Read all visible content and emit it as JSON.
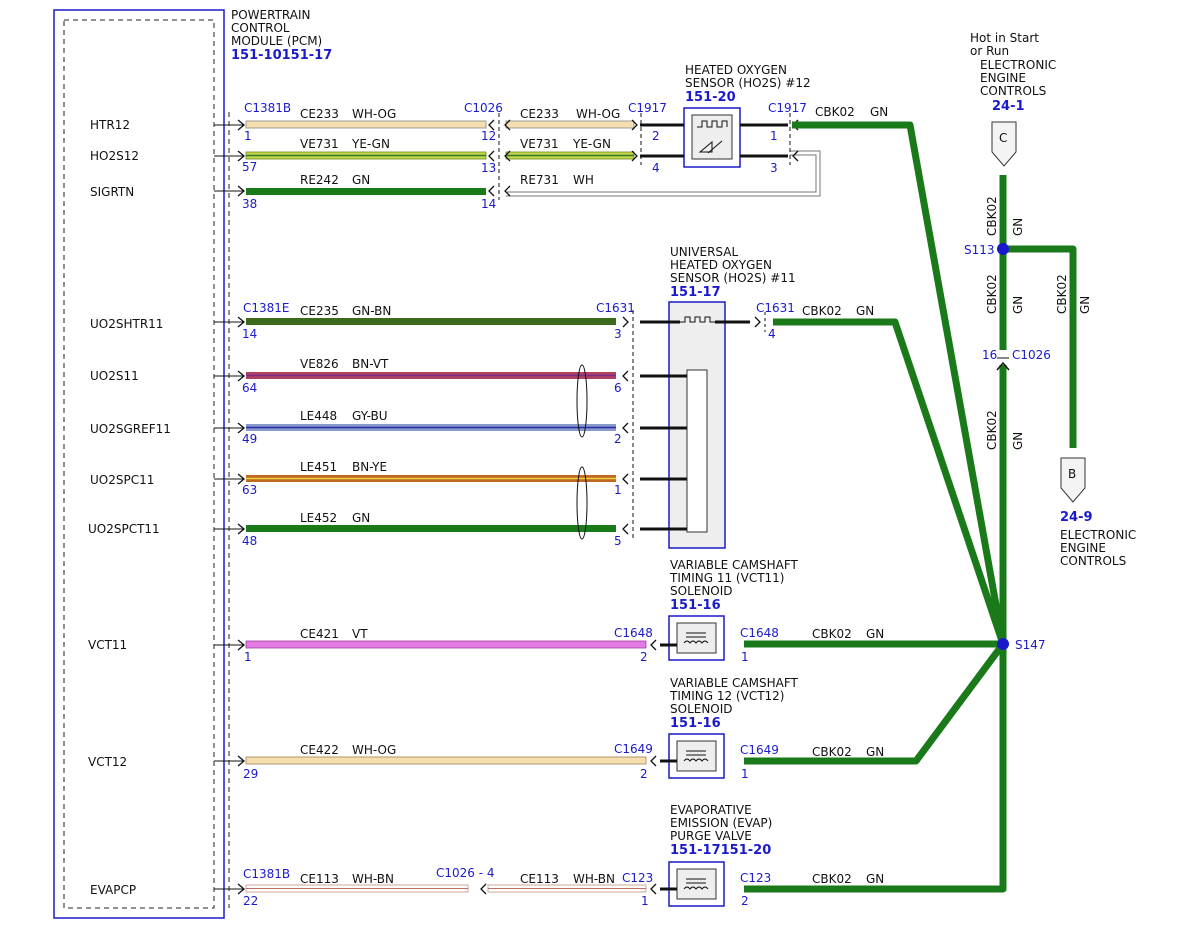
{
  "pcm": {
    "title_lines": [
      "POWERTRAIN",
      "CONTROL",
      "MODULE (PCM)"
    ],
    "ref": "151-10151-17",
    "pins": [
      "HTR12",
      "HO2S12",
      "SIGRTN",
      "UO2SHTR11",
      "UO2S11",
      "UO2SGREF11",
      "UO2SPC11",
      "UO2SPCT11",
      "VCT11",
      "VCT12",
      "EVAPCP"
    ]
  },
  "wires": [
    {
      "id": "htr12",
      "pin": "1",
      "conn": "C1381B",
      "circuit": "CE233",
      "color": "WH-OG",
      "mid_pin": "12",
      "mid_conn": "C1026",
      "circuit2": "CE233",
      "color2": "WH-OG",
      "end_conn": "C1917",
      "end_pin": "2"
    },
    {
      "id": "ho2s12",
      "pin": "57",
      "circuit": "VE731",
      "color": "YE-GN",
      "mid_pin": "13",
      "circuit2": "VE731",
      "color2": "YE-GN",
      "end_pin": "4"
    },
    {
      "id": "sigrtn",
      "pin": "38",
      "circuit": "RE242",
      "color": "GN",
      "mid_pin": "14",
      "circuit2": "RE731",
      "color2": "WH"
    },
    {
      "id": "uo2shtr11",
      "pin": "14",
      "conn": "C1381E",
      "circuit": "CE235",
      "color": "GN-BN",
      "end_conn": "C1631",
      "end_pin": "3"
    },
    {
      "id": "uo2s11",
      "pin": "64",
      "circuit": "VE826",
      "color": "BN-VT",
      "end_pin": "6"
    },
    {
      "id": "uo2sgref11",
      "pin": "49",
      "circuit": "LE448",
      "color": "GY-BU",
      "end_pin": "2"
    },
    {
      "id": "uo2spc11",
      "pin": "63",
      "circuit": "LE451",
      "color": "BN-YE",
      "end_pin": "1"
    },
    {
      "id": "uo2spct11",
      "pin": "48",
      "circuit": "LE452",
      "color": "GN",
      "end_pin": "5"
    },
    {
      "id": "vct11",
      "pin": "1",
      "circuit": "CE421",
      "color": "VT",
      "end_conn": "C1648",
      "end_pin": "2"
    },
    {
      "id": "vct12",
      "pin": "29",
      "circuit": "CE422",
      "color": "WH-OG",
      "end_conn": "C1649",
      "end_pin": "2"
    },
    {
      "id": "evapcp",
      "pin": "22",
      "conn": "C1381B",
      "circuit": "CE113",
      "color": "WH-BN",
      "mid_conn": "C1026 - 4",
      "circuit2": "CE113",
      "color2": "WH-BN",
      "end_conn": "C123",
      "end_pin": "1"
    }
  ],
  "components": {
    "ho2s12": {
      "title_lines": [
        "HEATED OXYGEN",
        "SENSOR (HO2S) #12"
      ],
      "ref": "151-20",
      "out_conn": "C1917",
      "out_pin_1": "1",
      "out_pin_2": "3",
      "out_circuit": "CBK02",
      "out_color": "GN"
    },
    "uho2s11": {
      "title_lines": [
        "UNIVERSAL",
        "HEATED OXYGEN",
        "SENSOR (HO2S) #11"
      ],
      "ref": "151-17",
      "out_conn": "C1631",
      "out_pin": "4",
      "out_circuit": "CBK02",
      "out_color": "GN"
    },
    "vct11": {
      "title_lines": [
        "VARIABLE CAMSHAFT",
        "TIMING 11 (VCT11)",
        "SOLENOID"
      ],
      "ref": "151-16",
      "out_conn": "C1648",
      "out_pin": "1",
      "out_circuit": "CBK02",
      "out_color": "GN"
    },
    "vct12": {
      "title_lines": [
        "VARIABLE CAMSHAFT",
        "TIMING 12 (VCT12)",
        "SOLENOID"
      ],
      "ref": "151-16",
      "out_conn": "C1649",
      "out_pin": "1",
      "out_circuit": "CBK02",
      "out_color": "GN"
    },
    "evap": {
      "title_lines": [
        "EVAPORATIVE",
        "EMISSION (EVAP)",
        "PURGE VALVE"
      ],
      "ref": "151-17151-20",
      "out_conn": "C123",
      "out_pin": "2",
      "out_circuit": "CBK02",
      "out_color": "GN"
    }
  },
  "power": {
    "hot_lines": [
      "Hot in Start",
      "or Run"
    ],
    "top_lines": [
      "ELECTRONIC",
      "ENGINE",
      "CONTROLS"
    ],
    "top_ref": "24-1",
    "top_letter": "C",
    "bottom_ref": "24-9",
    "bottom_lines": [
      "ELECTRONIC",
      "ENGINE",
      "CONTROLS"
    ],
    "bottom_letter": "B",
    "splice_top": "S113",
    "splice_main": "S147",
    "inline_pin": "16",
    "inline_conn": "C1026",
    "circuit": "CBK02",
    "color": "GN"
  },
  "colors": {
    "gn": "#1a7a1a",
    "wh_og": "#f5dfb0",
    "ye_gn": "#c8d64a",
    "gn_bn": "#3d6b1e",
    "bn_vt": "#b04060",
    "gy_bu": "#8a9ac8",
    "bn_ye": "#c06820",
    "vt": "#e27ce2",
    "wh_bn": "#e8c8c0",
    "wh": "#ffffff",
    "blue": "#1a1acc"
  }
}
